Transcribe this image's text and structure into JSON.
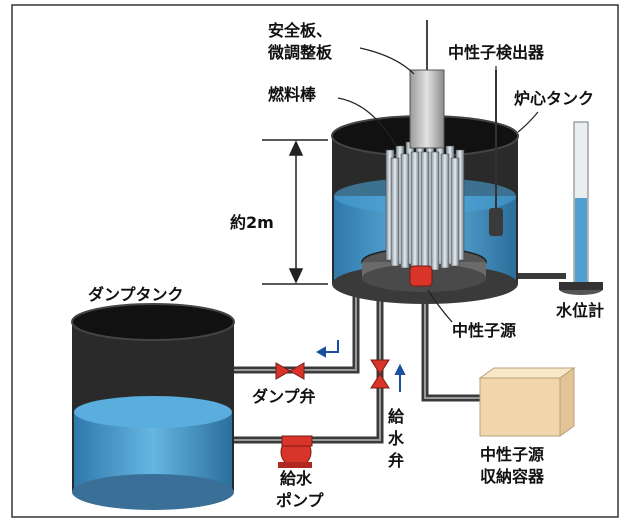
{
  "labels": {
    "safety_plate": "安全板、",
    "adjust_plate": "微調整板",
    "neutron_detector": "中性子検出器",
    "fuel_rod": "燃料棒",
    "core_tank": "炉心タンク",
    "height": "約2m",
    "dump_tank": "ダンプタンク",
    "water_gauge": "水位計",
    "neutron_source": "中性子源",
    "dump_valve": "ダンプ弁",
    "feed_valve_1": "給",
    "feed_valve_2": "水",
    "feed_valve_3": "弁",
    "feed_pump_1": "給水",
    "feed_pump_2": "ポンプ",
    "storage_1": "中性子源",
    "storage_2": "収納容器"
  },
  "colors": {
    "water": "#4f9fd0",
    "tank_dark": "#2d2d2d",
    "valve": "#d8342a",
    "storage_box": "#f2d7ad"
  }
}
